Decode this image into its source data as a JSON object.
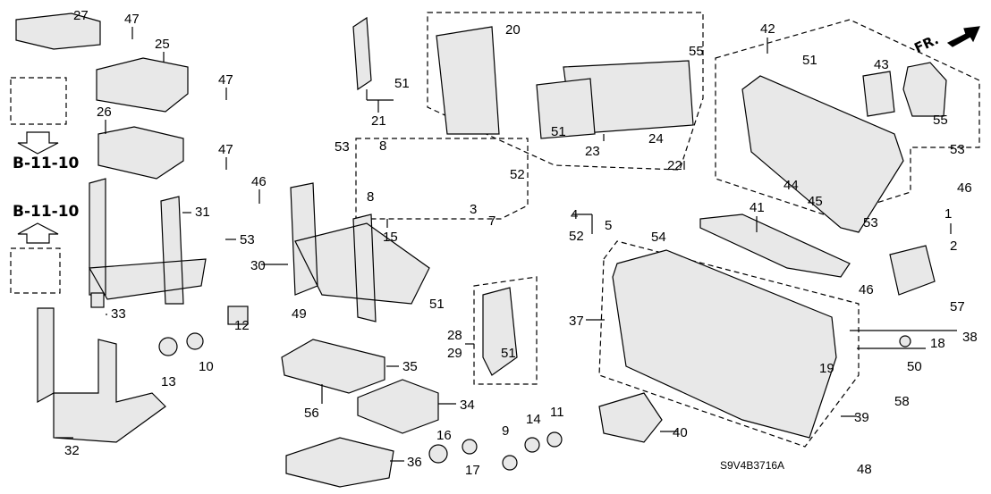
{
  "diagram": {
    "orientation_mark": "FR.",
    "code": "S9V4B3716A",
    "references": [
      "B-11-10",
      "B-11-10"
    ],
    "callouts": [
      "27",
      "47",
      "25",
      "47",
      "26",
      "47",
      "46",
      "31",
      "53",
      "30",
      "33",
      "12",
      "10",
      "13",
      "32",
      "21",
      "51",
      "20",
      "55",
      "51",
      "23",
      "24",
      "22",
      "8",
      "8",
      "52",
      "53",
      "15",
      "3",
      "7",
      "4",
      "5",
      "52",
      "51",
      "28",
      "29",
      "51",
      "49",
      "35",
      "56",
      "34",
      "36",
      "16",
      "17",
      "9",
      "14",
      "11",
      "42",
      "51",
      "43",
      "55",
      "53",
      "46",
      "44",
      "45",
      "41",
      "53",
      "54",
      "1",
      "2",
      "46",
      "57",
      "37",
      "38",
      "18",
      "19",
      "50",
      "39",
      "40",
      "58",
      "48"
    ],
    "colors": {
      "line": "#000000",
      "part_fill": "#e8e8e8",
      "background": "#ffffff"
    }
  }
}
